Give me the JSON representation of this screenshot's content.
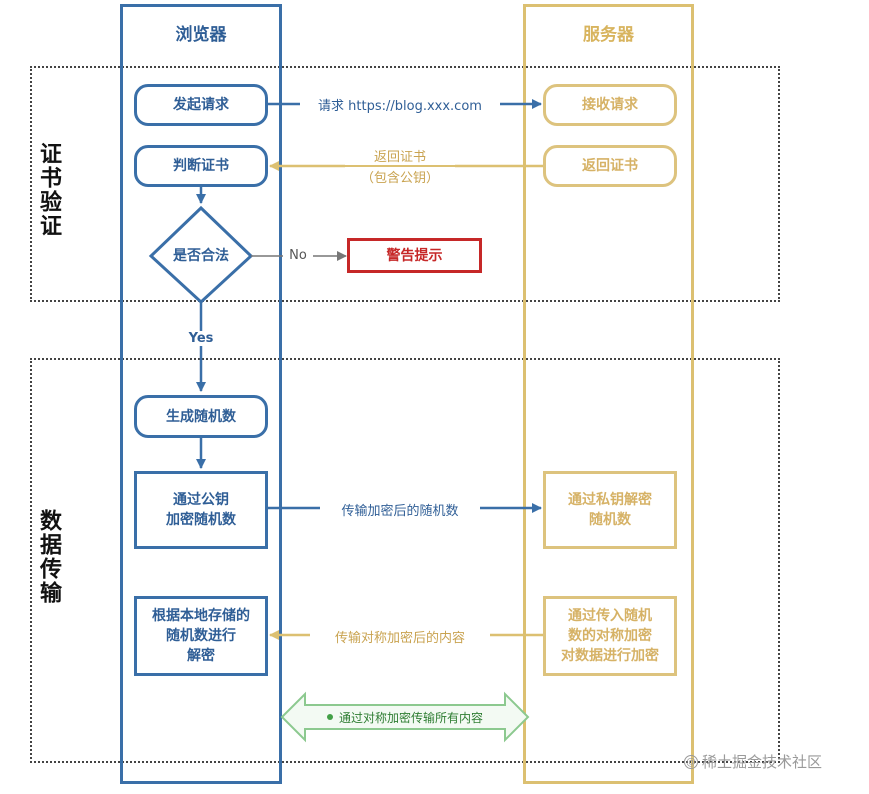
{
  "lanes": {
    "browser": "浏览器",
    "server": "服务器"
  },
  "sections": {
    "cert": "证书验证",
    "transfer": "数据传输"
  },
  "nodes": {
    "send_request": "发起请求",
    "judge_cert": "判断证书",
    "is_valid": "是否合法",
    "warning": "警告提示",
    "gen_random": "生成随机数",
    "encrypt_random_l1": "通过公钥",
    "encrypt_random_l2": "加密随机数",
    "decrypt_local_l1": "根据本地存储的",
    "decrypt_local_l2": "随机数进行",
    "decrypt_local_l3": "解密",
    "receive_request": "接收请求",
    "return_cert": "返回证书",
    "private_decrypt_l1": "通过私钥解密",
    "private_decrypt_l2": "随机数",
    "sym_encrypt_l1": "通过传入随机",
    "sym_encrypt_l2": "数的对称加密",
    "sym_encrypt_l3": "对数据进行加密"
  },
  "edges": {
    "request": "请求 https://blog.xxx.com",
    "return_cert_l1": "返回证书",
    "return_cert_l2": "（包含公钥）",
    "no": "No",
    "yes": "Yes",
    "send_encrypted_random": "传输加密后的随机数",
    "send_encrypted_content": "传输对称加密后的内容",
    "all_content": "通过对称加密传输所有内容"
  },
  "watermark": {
    "symbol": "@",
    "text": "稀土掘金技术社区"
  },
  "colors": {
    "browser": "#3a6fa8",
    "server": "#dcc071",
    "warning": "#c62828",
    "green": "#43a047"
  }
}
